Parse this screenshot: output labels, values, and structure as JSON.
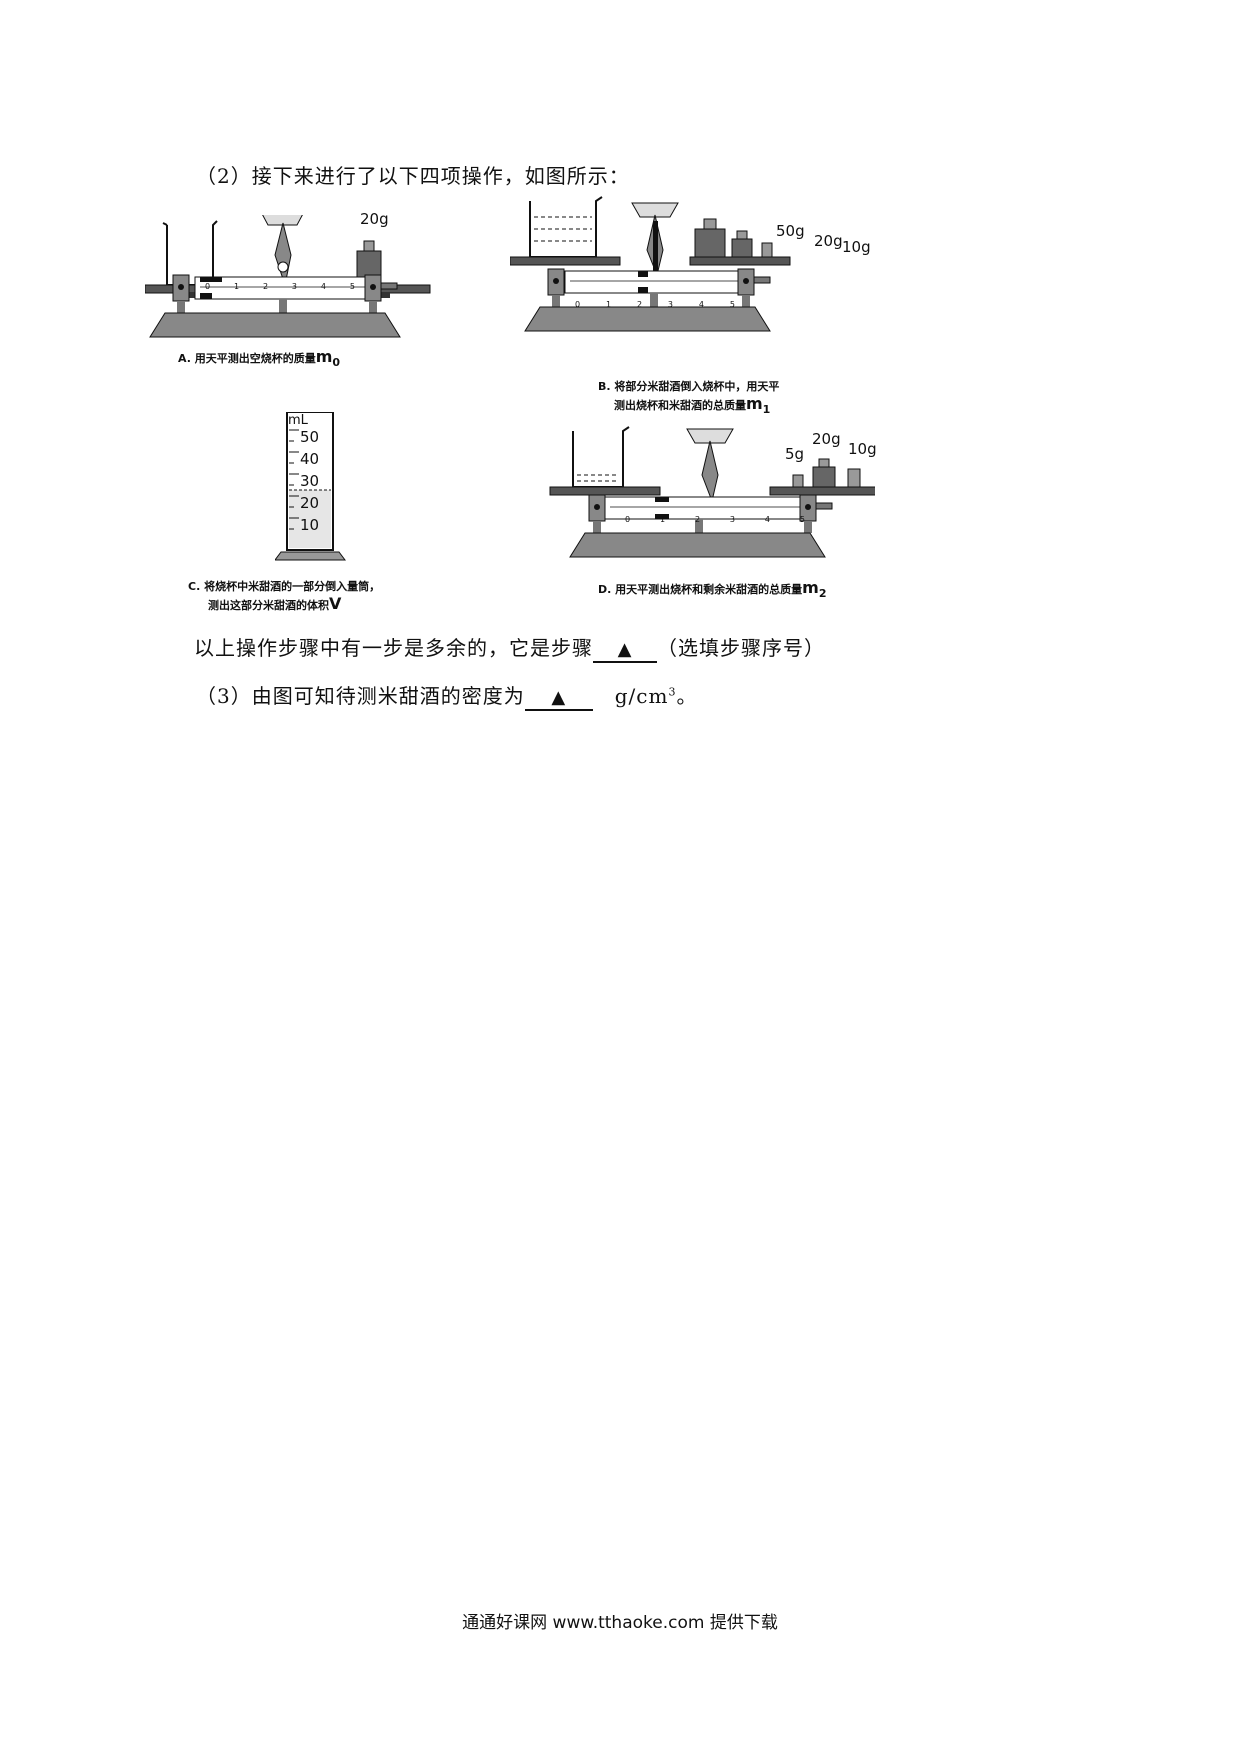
{
  "q2_intro": "（2）接下来进行了以下四项操作，如图所示：",
  "figA": {
    "weight": "20g",
    "scale": [
      "0",
      "1",
      "2",
      "3",
      "4",
      "5"
    ],
    "caption": "A. 用天平测出空烧杯的质量",
    "symbol": "m",
    "sub": "0"
  },
  "figB": {
    "weights": [
      "50g",
      "20g",
      "10g"
    ],
    "scale": [
      "0",
      "1",
      "2",
      "3",
      "4",
      "5"
    ],
    "caption_line1": "B. 将部分米甜酒倒入烧杯中，用天平",
    "caption_line2": "测出烧杯和米甜酒的总质量",
    "symbol": "m",
    "sub": "1"
  },
  "figC": {
    "unit": "mL",
    "marks": [
      "50",
      "40",
      "30",
      "20",
      "10"
    ],
    "caption_line1": "C. 将烧杯中米甜酒的一部分倒入量筒，",
    "caption_line2": "测出这部分米甜酒的体积",
    "symbol": "V"
  },
  "figD": {
    "weights": [
      "5g",
      "20g",
      "10g"
    ],
    "scale": [
      "0",
      "1",
      "2",
      "3",
      "4",
      "5"
    ],
    "caption": "D. 用天平测出烧杯和剩余米甜酒的总质量",
    "symbol": "m",
    "sub": "2"
  },
  "q2_text_before": "以上操作步骤中有一步是多余的，它是步骤",
  "q2_blank": "▲",
  "q2_text_after": "（选填步骤序号）",
  "q3_text_before": "（3）由图可知待测米甜酒的密度为",
  "q3_blank": "▲",
  "q3_unit": "g/cm",
  "q3_unit_sup": "3",
  "q3_end": "。",
  "footer": "通通好课网  www.tthaoke.com  提供下载"
}
